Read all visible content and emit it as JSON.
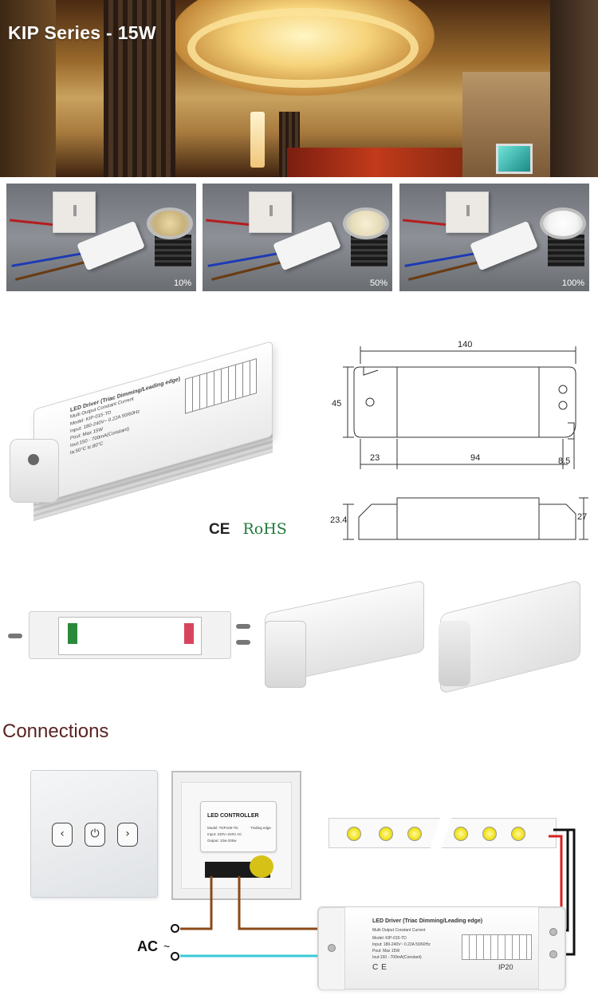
{
  "hero": {
    "title": "KIP Series - 15W"
  },
  "demo": [
    {
      "percent": "10%",
      "glow": "#e9d9a6"
    },
    {
      "percent": "50%",
      "glow": "#f3ead0"
    },
    {
      "percent": "100%",
      "glow": "#ffffff"
    }
  ],
  "product_label": {
    "title": "LED Driver (Triac Dimming/Leading edge)",
    "subtitle": "Multi Output Constant Current",
    "model": "Model: KIP-015-TD",
    "input": "Input: 180-240V~ 0.22A 50/60Hz",
    "pout": "Pout: Max 15W",
    "iout": "Iout:150 - 700mA(Constant)",
    "ta": "ta:50°C   tc:80°C"
  },
  "certifications": {
    "ce": "CE",
    "rohs": "RoHS"
  },
  "drawing": {
    "length": "140",
    "width": "45",
    "left_offset": "23",
    "hole_spacing": "94",
    "right_offset": "8.5",
    "height_end": "23.4",
    "height_total": "27"
  },
  "connections": {
    "title": "Connections",
    "controller_title": "LED CONTROLLER",
    "controller_model": "Model: TDP105-TD",
    "controller_input": "Input: 220V~240V AC",
    "controller_output": "Output: 10w-200w",
    "controller_edge": "Trailing edge",
    "ac_label": "AC",
    "ac_symbol": "~",
    "switch_buttons": [
      "‹",
      "⏻",
      "›"
    ],
    "wire_colors": {
      "brown": "#8b4a17",
      "cyan": "#3ac9d8",
      "red": "#d62020",
      "black": "#111111"
    }
  }
}
